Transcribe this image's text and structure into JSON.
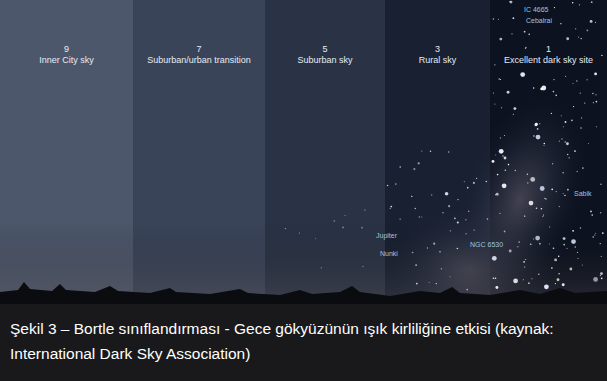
{
  "diagram": {
    "caption": "Şekil 3 – Bortle sınıflandırması - Gece gökyüzünün ışık kirliliğine etkisi (kaynak: International Dark Sky Association)",
    "nodes": [
      {
        "text": [
          "9",
          "Inner City sky"
        ]
      },
      {
        "text": [
          "7",
          "Suburban/urban transition"
        ]
      },
      {
        "text": [
          "5",
          "Suburban sky"
        ]
      },
      {
        "text": [
          "3",
          "Rural sky"
        ]
      },
      {
        "text": [
          "1",
          "Excellent dark sky site"
        ]
      }
    ],
    "labels": [
      "IC 4665",
      "Cebalrai",
      "Sabik",
      "Jupiter",
      "Nunki",
      "NGC 6530"
    ]
  }
}
